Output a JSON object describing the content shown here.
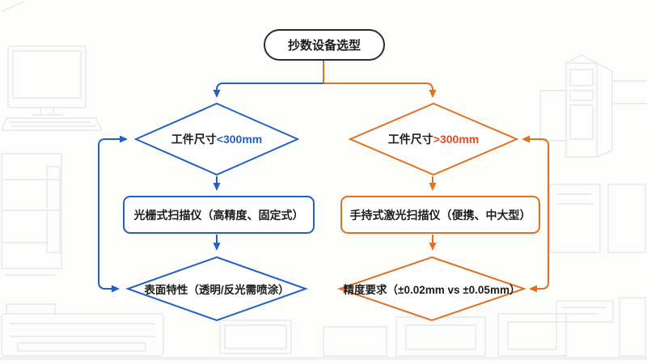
{
  "page": {
    "background_color": "#fdfdfc",
    "description_sketches": [
      "desktop-computer-sketch",
      "copier-sketch",
      "printer-sketch",
      "monitor-sketch",
      "pc-tower-sketch",
      "scanner-sketch"
    ]
  },
  "colors": {
    "blue_branch": "#2361c4",
    "orange_branch": "#e2701e",
    "orange_value_text": "#e8481c",
    "node_border_black": "#2b2b2b",
    "text_black": "#1c1c1c",
    "sketch_gray": "#e9e9e9"
  },
  "flowchart": {
    "start": {
      "label": "抄数设备选型"
    },
    "left_branch": {
      "color": "#2361c4",
      "condition1": {
        "prefix": "工件尺寸",
        "value": "<300mm"
      },
      "process": {
        "label": "光栅式扫描仪（高精度、固定式）"
      },
      "condition2": {
        "label": "表面特性（透明/反光需喷涂）"
      }
    },
    "right_branch": {
      "color": "#e2701e",
      "condition1": {
        "prefix": "工件尺寸",
        "value": ">300mm"
      },
      "process": {
        "label": "手持式激光扫描仪（便携、中大型）"
      },
      "condition2": {
        "label": "精度要求（±0.02mm vs ±0.05mm）"
      }
    }
  }
}
